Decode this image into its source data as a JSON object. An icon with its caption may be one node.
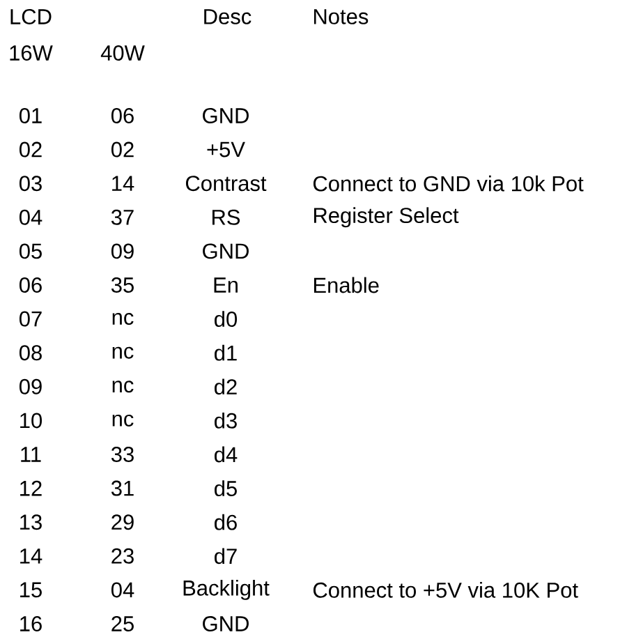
{
  "diagram": {
    "labels": [
      "LCD",
      "Desc",
      "Notes",
      "16W",
      "40W",
      "01",
      "06",
      "GND",
      "02",
      "02",
      "+5V",
      "03",
      "14",
      "Contrast",
      "Connect to GND via 10k Pot",
      "04",
      "37",
      "RS",
      "Register Select",
      "05",
      "09",
      "GND",
      "06",
      "35",
      "En",
      "Enable",
      "07",
      "nc",
      "d0",
      "08",
      "nc",
      "d1",
      "09",
      "nc",
      "d2",
      "10",
      "nc",
      "d3",
      "11",
      "33",
      "d4",
      "12",
      "31",
      "d5",
      "13",
      "29",
      "d6",
      "14",
      "23",
      "d7",
      "15",
      "04",
      "Backlight",
      "Connect to +5V via 10K Pot",
      "16",
      "25",
      "GND"
    ]
  }
}
